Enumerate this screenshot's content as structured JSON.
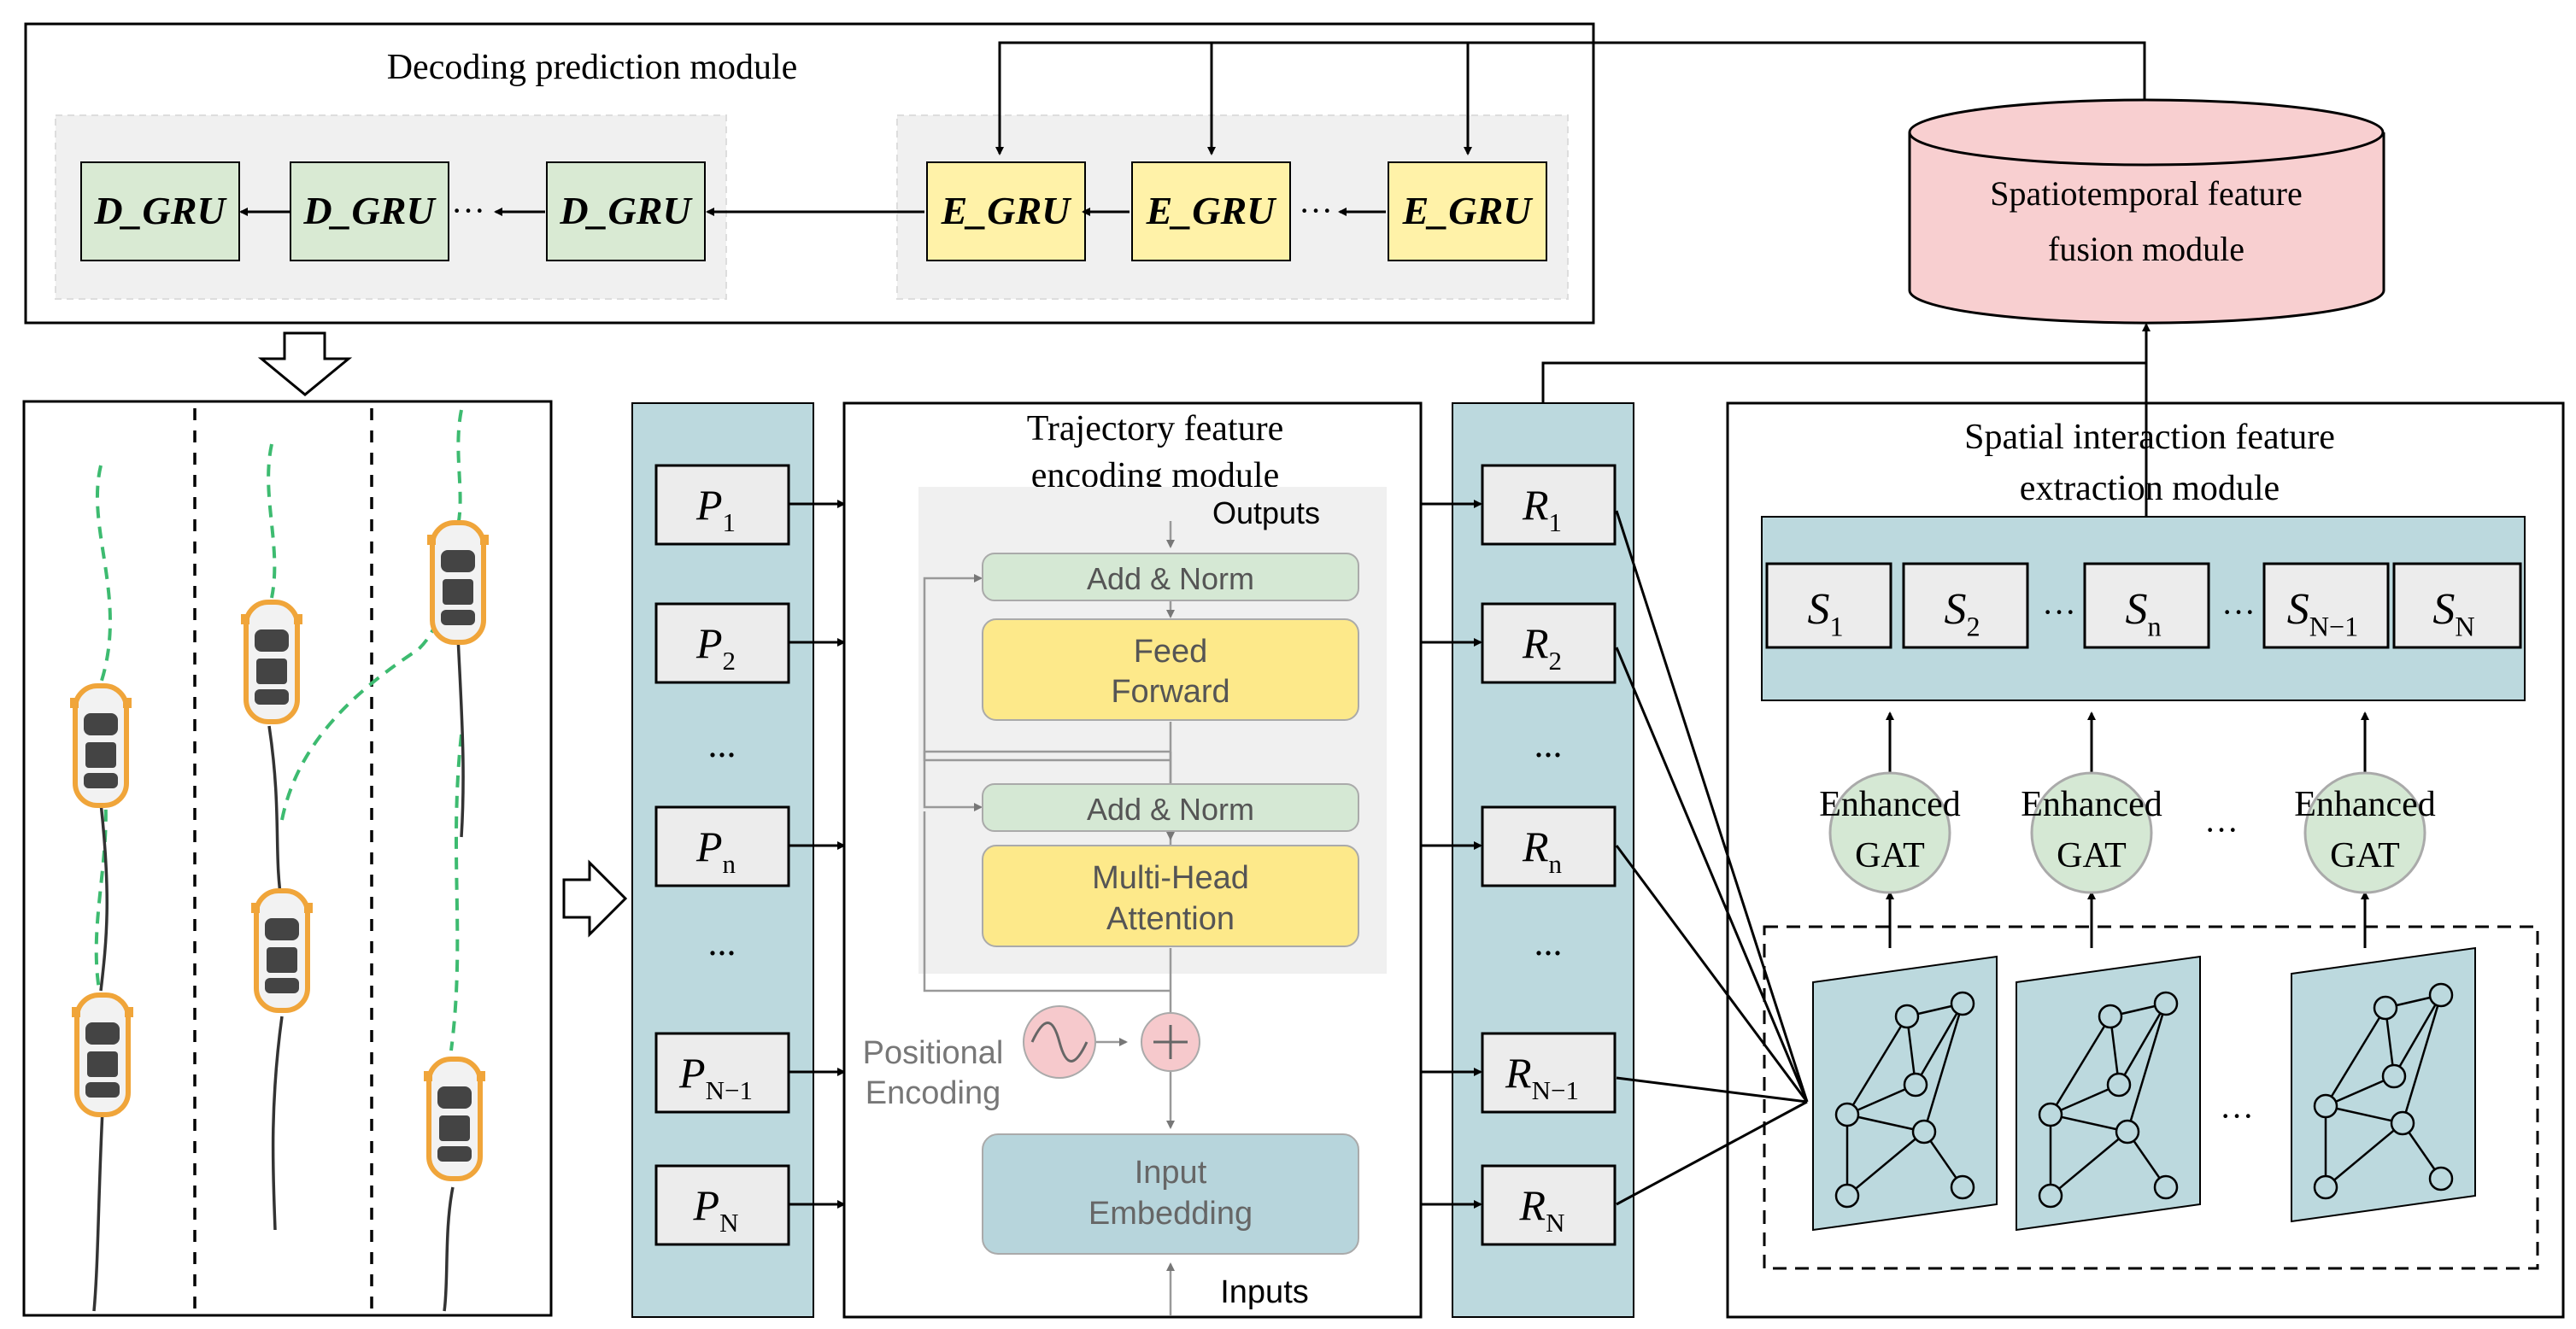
{
  "modules": {
    "decoding": "Decoding prediction module",
    "fusion_line1": "Spatiotemporal feature",
    "fusion_line2": "fusion module",
    "trajectory_line1": "Trajectory feature",
    "trajectory_line2": "encoding module",
    "spatial_line1": "Spatial interaction feature",
    "spatial_line2": "extraction module"
  },
  "decoder": {
    "d_gru": [
      "D_GRU",
      "D_GRU",
      "D_GRU"
    ],
    "e_gru": [
      "E_GRU",
      "E_GRU",
      "E_GRU"
    ],
    "dots": "···"
  },
  "p_nodes": [
    {
      "base": "P",
      "sub": "1"
    },
    {
      "base": "P",
      "sub": "2"
    },
    {
      "base": "",
      "sub": "",
      "ellipsis": "..."
    },
    {
      "base": "P",
      "sub": "n"
    },
    {
      "base": "",
      "sub": "",
      "ellipsis": "..."
    },
    {
      "base": "P",
      "sub": "N−1"
    },
    {
      "base": "P",
      "sub": "N"
    }
  ],
  "r_nodes": [
    {
      "base": "R",
      "sub": "1"
    },
    {
      "base": "R",
      "sub": "2"
    },
    {
      "base": "",
      "sub": "",
      "ellipsis": "..."
    },
    {
      "base": "R",
      "sub": "n"
    },
    {
      "base": "",
      "sub": "",
      "ellipsis": "..."
    },
    {
      "base": "R",
      "sub": "N−1"
    },
    {
      "base": "R",
      "sub": "N"
    }
  ],
  "s_nodes": [
    {
      "base": "S",
      "sub": "1"
    },
    {
      "base": "S",
      "sub": "2"
    },
    {
      "base": "S",
      "sub": "n"
    },
    {
      "base": "S",
      "sub": "N−1"
    },
    {
      "base": "S",
      "sub": "N"
    }
  ],
  "s_dots": "···",
  "transformer": {
    "outputs": "Outputs",
    "add_norm": "Add & Norm",
    "feed_forward_1": "Feed",
    "feed_forward_2": "Forward",
    "mha_1": "Multi-Head",
    "mha_2": "Attention",
    "pos_1": "Positional",
    "pos_2": "Encoding",
    "embed_1": "Input",
    "embed_2": "Embedding",
    "inputs": "Inputs"
  },
  "gat": {
    "label_1": "Enhanced",
    "label_2": "GAT",
    "dots": "···"
  },
  "graph_dots": "···",
  "colors": {
    "teal": "#bcd9de",
    "gru_green": "#d9ead3",
    "gru_yellow": "#fff2a8",
    "fusion_pink": "#f8cfd0",
    "tf_yellow": "#fde98a",
    "tf_green": "#d5e8d4",
    "embed_blue": "#b7d5dc",
    "plus_pink": "#f6c9cc",
    "gat_green": "#d5e8d4",
    "lane_green": "#3dbb70",
    "car_orange": "#f0a53a"
  }
}
